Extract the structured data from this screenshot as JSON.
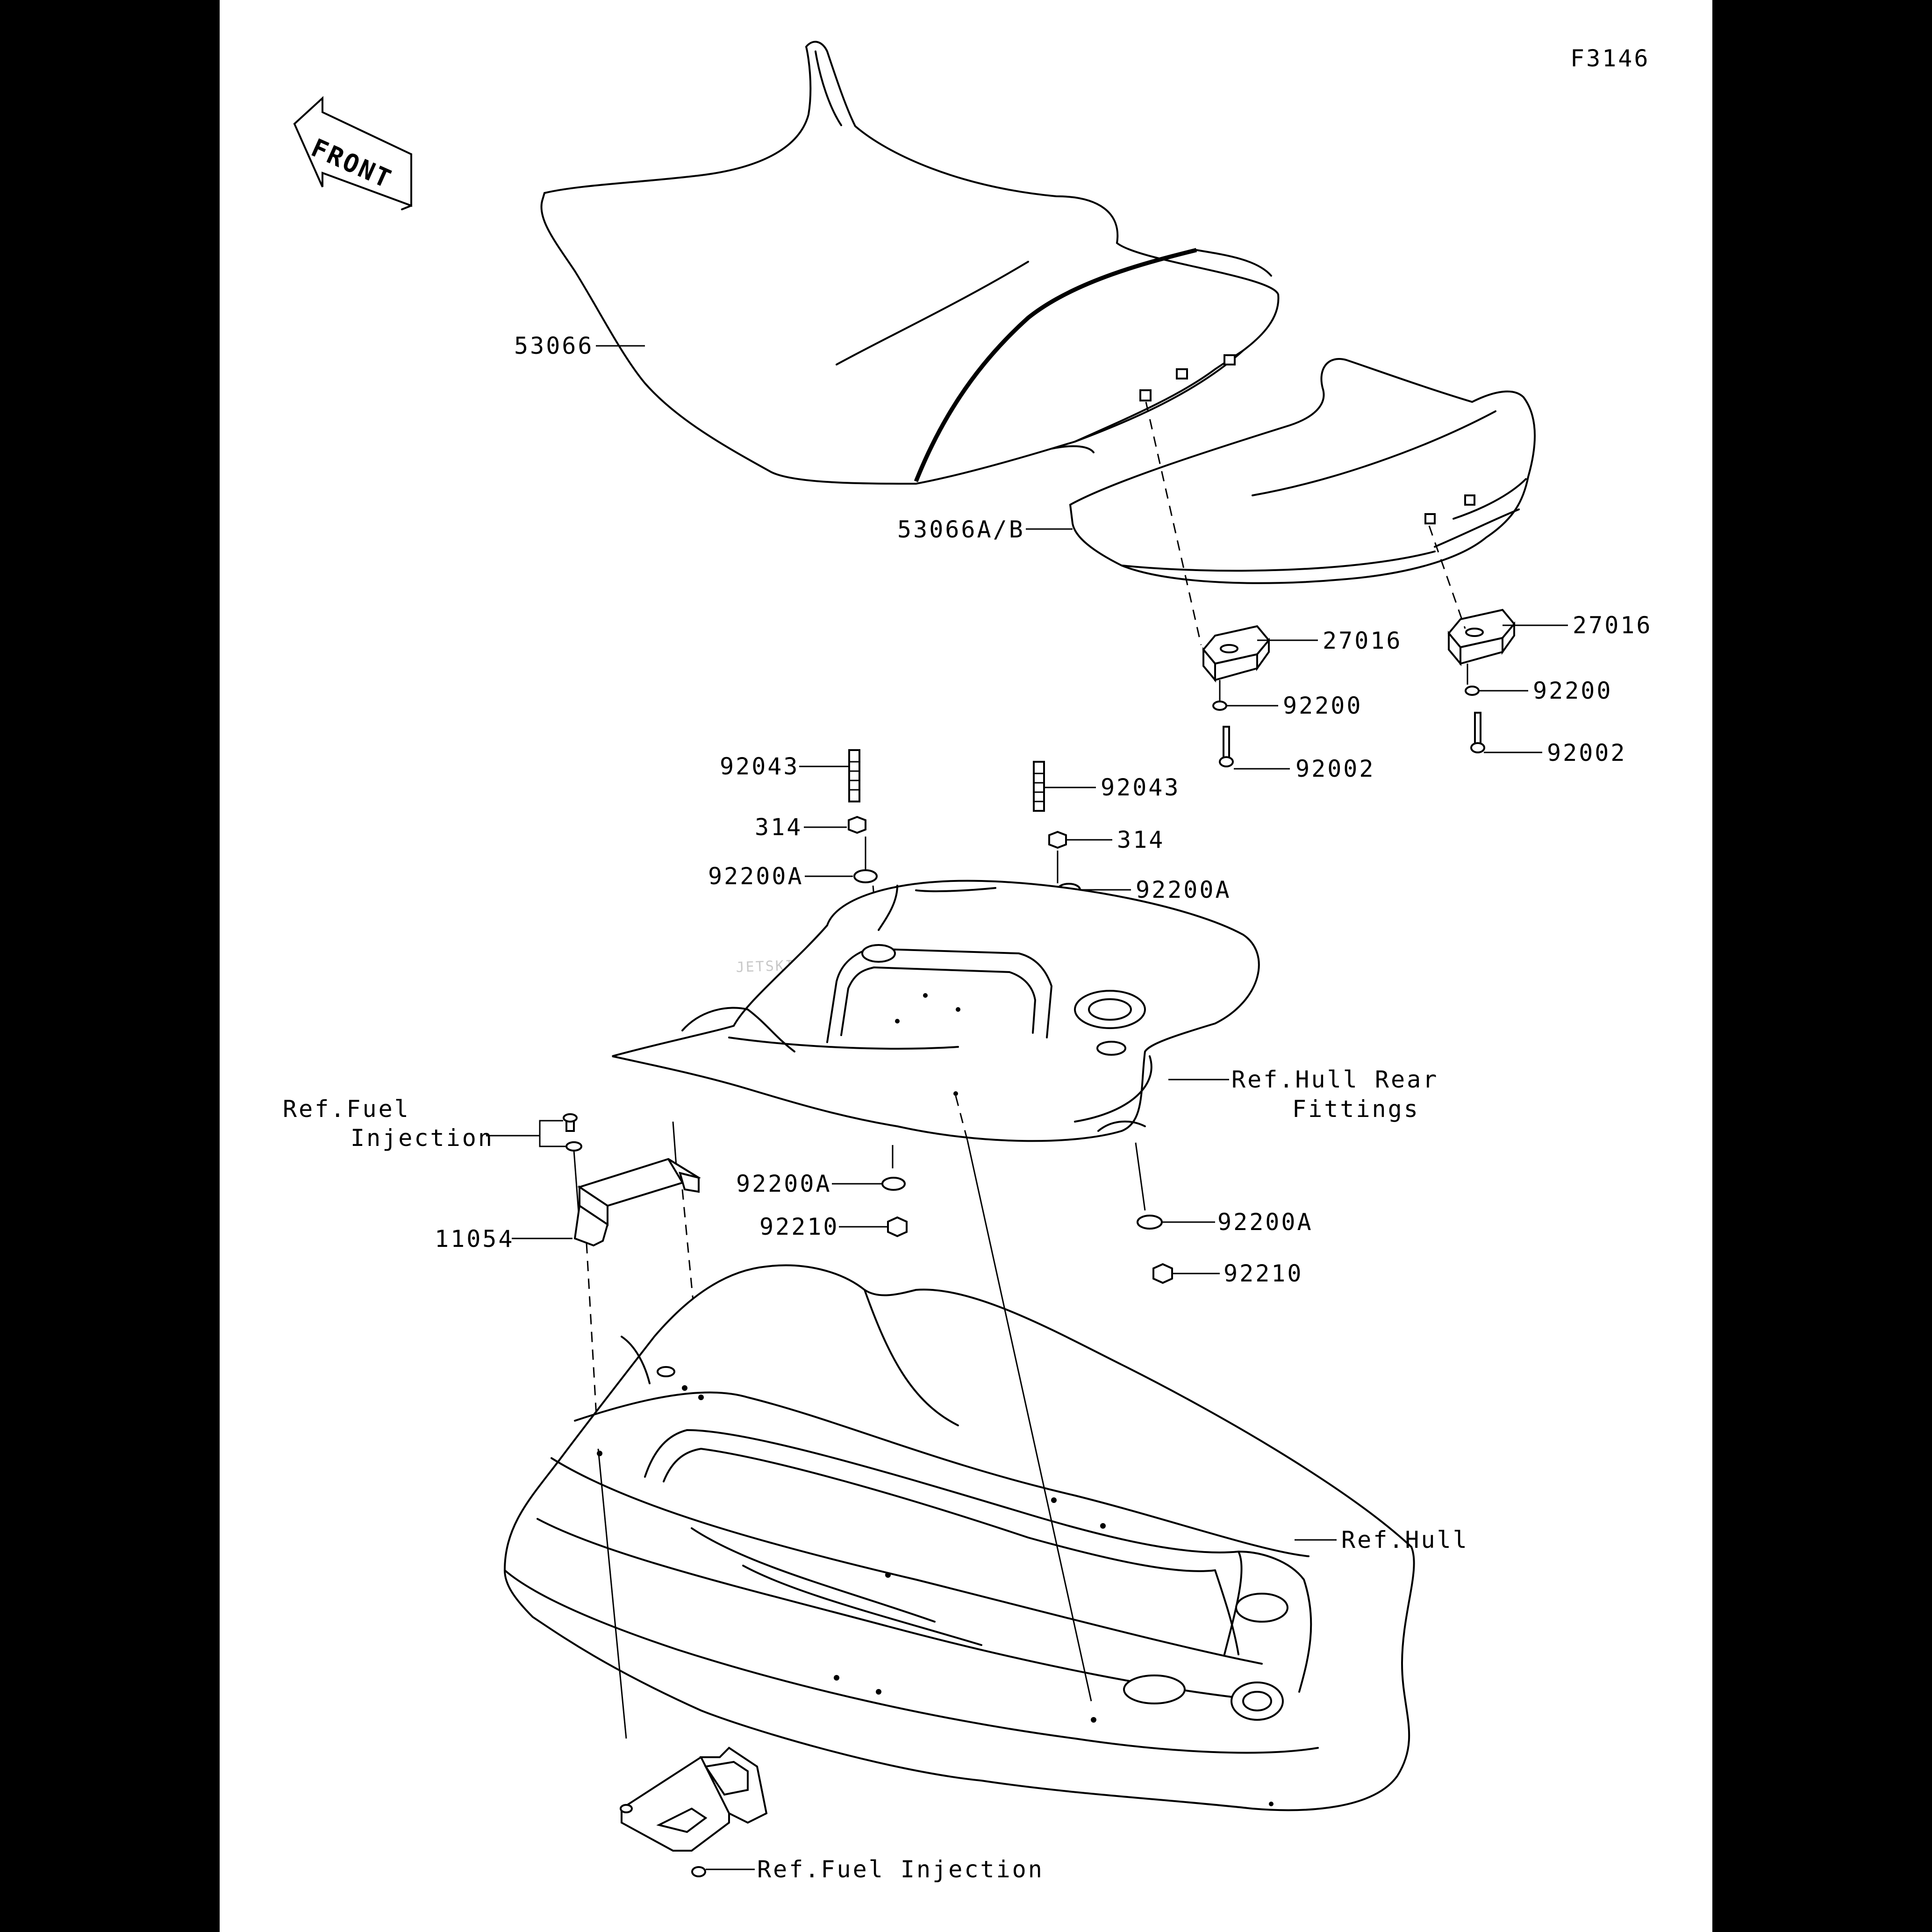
{
  "figure_id": "F3146",
  "front_label": "FRONT",
  "watermark": "JETSKI.COM  PARTS-JETSKI.COM  PROMO-JETSKI.COM",
  "callouts": {
    "seat_front": "53066",
    "seat_rear": "53066A/B",
    "bracket_left": "27016",
    "bracket_right": "27016",
    "washer_left": "92200",
    "washer_right": "92200",
    "bolt_left": "92002",
    "bolt_right": "92002",
    "stud_left": "92043",
    "stud_right": "92043",
    "nut_left": "314",
    "nut_right": "314",
    "washer_a_left_top": "92200A",
    "washer_a_right_top": "92200A",
    "washer_a_left_bottom": "92200A",
    "washer_a_right_bottom": "92200A",
    "nut_92210_left": "92210",
    "nut_92210_right": "92210",
    "bracket_11054": "11054",
    "ref_fuel_top_1": "Ref.Fuel",
    "ref_fuel_top_2": "Injection",
    "ref_hull_rear_1": "Ref.Hull Rear",
    "ref_hull_rear_2": "Fittings",
    "ref_hull": "Ref.Hull",
    "ref_fuel_bottom": "Ref.Fuel Injection"
  }
}
